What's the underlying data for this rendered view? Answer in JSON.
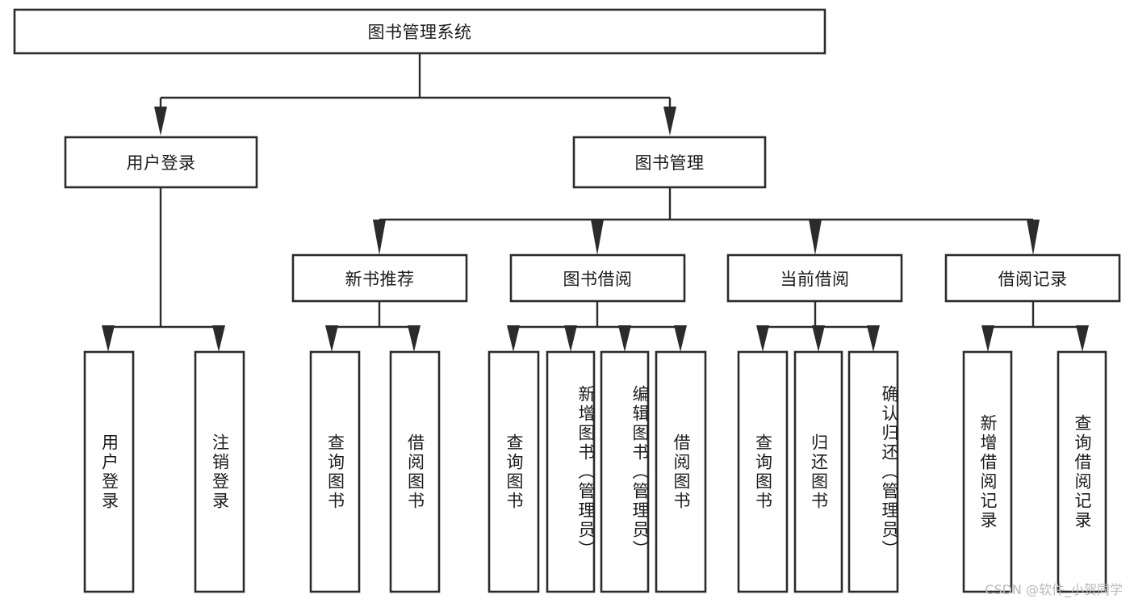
{
  "diagram": {
    "type": "tree-hierarchy",
    "title": "图书管理系统",
    "watermark": "CSDN @软件_小贺同学",
    "colors": {
      "stroke": "#2b2b2b",
      "fill": "#ffffff",
      "text": "#1b1b1b",
      "watermark": "#b9b9b9",
      "background": "#ffffff"
    },
    "root": {
      "label": "图书管理系统"
    },
    "level2": [
      {
        "label": "用户登录"
      },
      {
        "label": "图书管理"
      }
    ],
    "level3": [
      {
        "label": "新书推荐"
      },
      {
        "label": "图书借阅"
      },
      {
        "label": "当前借阅"
      },
      {
        "label": "借阅记录"
      }
    ],
    "leaves": {
      "user_login": [
        {
          "label": "用户登录"
        },
        {
          "label": "注销登录"
        }
      ],
      "new_book_recommend": [
        {
          "label": "查询图书"
        },
        {
          "label": "借阅图书"
        }
      ],
      "book_borrow": [
        {
          "label": "查询图书"
        },
        {
          "label": "新增图书（管理员）"
        },
        {
          "label": "编辑图书（管理员）"
        },
        {
          "label": "借阅图书"
        }
      ],
      "current_borrow": [
        {
          "label": "查询图书"
        },
        {
          "label": "归还图书"
        },
        {
          "label": "确认归还（管理员）"
        }
      ],
      "borrow_record": [
        {
          "label": "新增借阅记录"
        },
        {
          "label": "查询借阅记录"
        }
      ]
    }
  }
}
